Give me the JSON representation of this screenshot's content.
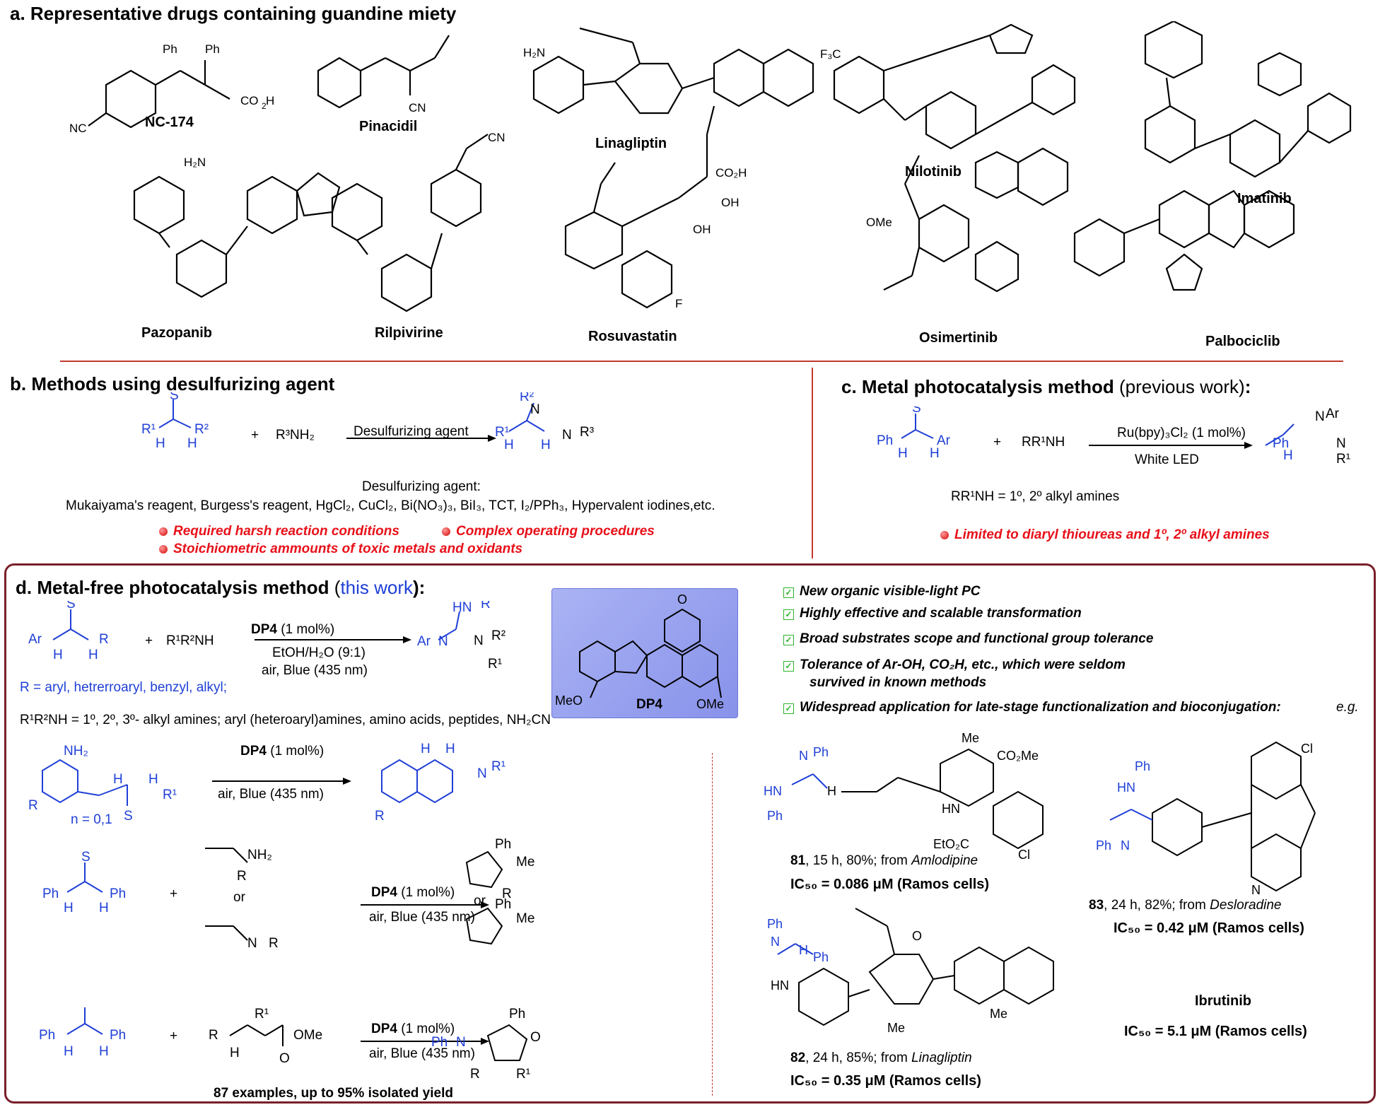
{
  "section_a": {
    "title": "a. Representative drugs containing guandine miety",
    "drugs": [
      "NC-174",
      "Pinacidil",
      "Linagliptin",
      "Nilotinib",
      "Imatinib",
      "Pazopanib",
      "Rilpivirine",
      "Rosuvastatin",
      "Osimertinib",
      "Palbociclib"
    ]
  },
  "section_b": {
    "title": "b. Methods using desulfurizing agent",
    "reagent_label": "Desulfurizing agent",
    "agent_heading": "Desulfurizing agent:",
    "agent_list": "Mukaiyama's reagent, Burgess's reagent, HgCl₂, CuCl₂, Bi(NO₃)₃, BiI₃, TCT, I₂/PPh₃, Hypervalent iodines,etc.",
    "notes": [
      "Required harsh reaction conditions",
      "Complex operating procedures",
      "Stoichiometric ammounts of toxic metals and oxidants"
    ]
  },
  "section_c": {
    "title_bold": "c. Metal photocatalysis method",
    "title_rest": "(previous work)",
    "title_colon": ":",
    "catalyst": "Ru(bpy)₃Cl₂  (1 mol%)",
    "light": "White LED",
    "amine_note": "RR¹NH = 1º, 2º alkyl amines",
    "note": "Limited to diaryl thioureas and 1º, 2º alkyl amines"
  },
  "section_d": {
    "title_bold": "d. Metal-free photocatalysis method",
    "title_open": "(",
    "title_blue": "this work",
    "title_close": "):",
    "cond_cat": "DP4",
    "cond_load": " (1 mol%)",
    "cond_solvent": "EtOH/H₂O (9:1)",
    "cond_light": "air, Blue (435 nm)",
    "r_note": "R = aryl, hetrerroaryl, benzyl, alkyl;",
    "amine_scope": "R¹R²NH = 1º, 2º, 3º- alkyl amines;  aryl (heteroaryl)amines, amino acids, peptides, NH₂CN",
    "n_note": "n = 0,1",
    "or_label": "or",
    "examples": "87 examples, up to 95% isolated yield",
    "dp4_label": "DP4",
    "features": [
      "New organic visible-light PC",
      "Highly effective and scalable transformation",
      "Broad substrates scope and functional group tolerance",
      "Tolerance of  Ar-OH, CO₂H, etc., which were seldom",
      "survived in known methods",
      "Widespread application for late-stage functionalization and bioconjugation:"
    ],
    "eg": "e.g.",
    "products": [
      {
        "num": "81",
        "detail": ", 15 h, 80%; from ",
        "source": "Amlodipine",
        "ic50": "IC₅₀ = 0.086 μM (Ramos cells)"
      },
      {
        "num": "83",
        "detail": ", 24 h, 82%; from ",
        "source": "Desloradine",
        "ic50": "IC₅₀ = 0.42 μM (Ramos cells)"
      },
      {
        "num": "82",
        "detail": ", 24 h, 85%; from ",
        "source": "Linagliptin",
        "ic50": "IC₅₀ = 0.35 μM (Ramos cells)"
      }
    ],
    "ibrutinib": "Ibrutinib",
    "ibrutinib_ic50": "IC₅₀ = 5.1 μM (Ramos cells)"
  },
  "colors": {
    "blue": "#1f3fd6",
    "red": "#e8111a",
    "divider": "#c0392b",
    "panel_border": "#7a1f2b",
    "check": "#2db52d"
  }
}
